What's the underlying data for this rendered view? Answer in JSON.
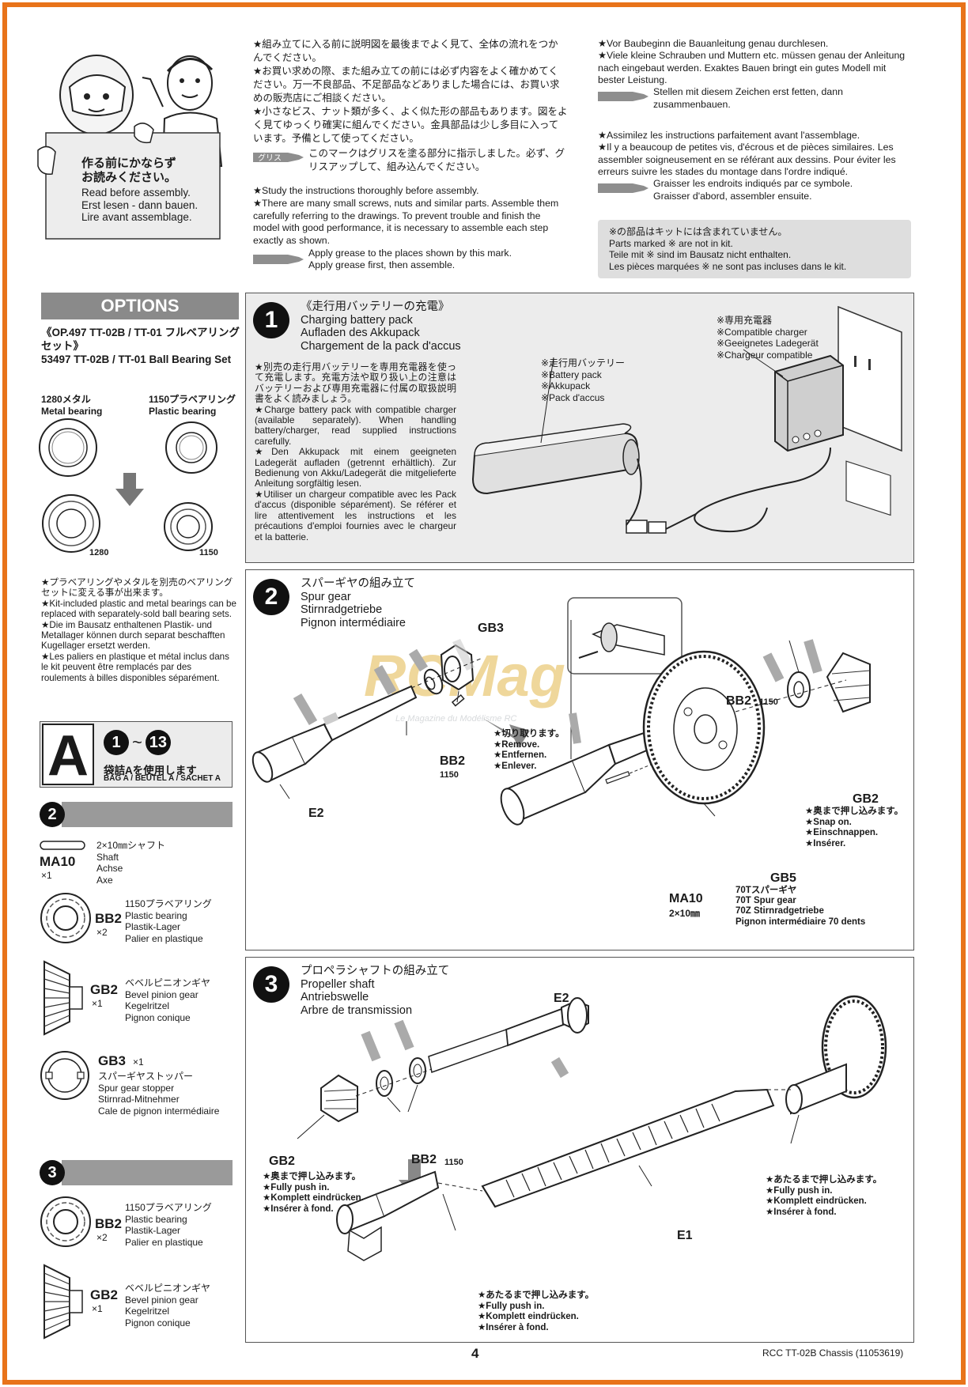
{
  "intro": {
    "sign_text_ja": "作る前にかならず\nお読みください。",
    "sign_text_en": "Read before assembly.",
    "sign_text_de": "Erst lesen - dann bauen.",
    "sign_text_fr": "Lire avant assemblage."
  },
  "instructions_ja": "★組み立てに入る前に説明図を最後までよく見て、全体の流れをつかんでください。\n★お買い求めの際、また組み立ての前には必ず内容をよく確かめてください。万一不良部品、不足部品などありました場合には、お買い求めの販売店にご相談ください。\n★小さなビス、ナット類が多く、よく似た形の部品もあります。図をよく見てゆっくり確実に組んでください。金具部品は少し多目に入っています。予備として使ってください。",
  "grease_label_ja": "グリス",
  "grease_text_ja": "このマークはグリスを塗る部分に指示しました。必ず、グリスアップして、組み込んでください。",
  "instructions_en": "★Study the instructions thoroughly before assembly.\n★There are many small screws, nuts and similar parts. Assemble them carefully referring to the drawings. To prevent trouble and finish the model with good performance, it is necessary to assemble each step exactly as shown.",
  "grease_text_en": "Apply grease to the places shown by this mark.\nApply grease first, then assemble.",
  "instructions_de": "★Vor Baubeginn die Bauanleitung genau durchlesen.\n★Viele kleine Schrauben und Muttern etc. müssen genau der Anleitung nach eingebaut werden. Exaktes Bauen bringt ein gutes Modell mit bester Leistung.",
  "grease_text_de": "Stellen mit diesem Zeichen erst fetten, dann zusammenbauen.",
  "instructions_fr": "★Assimilez les instructions parfaitement avant  l'assemblage.\n★Il y a beaucoup de petites vis, d'écrous et de pièces similaires. Les assembler soigneusement en se référant aux dessins. Pour éviter les erreurs suivre les stades du montage dans l'ordre indiqué.",
  "grease_text_fr": "Graisser les endroits indiqués par ce symbole.\nGraisser d'abord, assembler ensuite.",
  "not_in_kit_note": "※の部品はキットには含まれていません。\nParts marked ※ are not in kit.\nTeile mit ※ sind im Bausatz nicht enthalten.\nLes pièces marquées ※ ne sont pas incluses dans le kit.",
  "options": {
    "header": "OPTIONS",
    "title_ja": "《OP.497  TT-02B / TT-01 フルベアリングセット》",
    "title_en": "53497   TT-02B / TT-01 Ball Bearing Set",
    "metal_label": "1280メタル\nMetal bearing",
    "plastic_label": "1150プラベアリング\nPlastic bearing",
    "metal_code": "1280",
    "plastic_code": "1150",
    "description": "★プラベアリングやメタルを別売のベアリングセットに変える事が出来ます。\n★Kit-included plastic and metal bearings can be replaced with separately-sold ball bearing sets.\n★Die im Bausatz enthaltenen Plastik- und Metallager können durch separat beschafften Kugellager ersetzt werden.\n★Les paliers en plastique et métal inclus dans le kit peuvent être remplacés par des roulements à billes disponibles séparément."
  },
  "bag": {
    "letter": "A",
    "range_start": "1",
    "range_sep": "~",
    "range_end": "13",
    "text_ja": "袋詰Aを使用します",
    "text_multi": "BAG A / BEUTEL A / SACHET A"
  },
  "parts_step2": {
    "step": "2",
    "items": [
      {
        "code": "MA10",
        "qty": "×1",
        "desc": "2×10㎜シャフト\nShaft\nAchse\nAxe"
      },
      {
        "code": "BB2",
        "qty": "×2",
        "desc": "1150プラベアリング\nPlastic bearing\nPlastik-Lager\nPalier en plastique"
      },
      {
        "code": "GB2",
        "qty": "×1",
        "desc": "ベベルピニオンギヤ\nBevel pinion gear\nKegelritzel\nPignon conique"
      },
      {
        "code": "GB3",
        "qty": "×1",
        "desc": "スパーギヤストッパー\nSpur gear stopper\nStirnrad-Mitnehmer\nCale de pignon intermédiaire"
      }
    ]
  },
  "parts_step3": {
    "step": "3",
    "items": [
      {
        "code": "BB2",
        "qty": "×2",
        "desc": "1150プラベアリング\nPlastic bearing\nPlastik-Lager\nPalier en plastique"
      },
      {
        "code": "GB2",
        "qty": "×1",
        "desc": "ベベルピニオンギヤ\nBevel pinion gear\nKegelritzel\nPignon conique"
      }
    ]
  },
  "step1": {
    "number": "1",
    "title": "《走行用バッテリーの充電》\nCharging battery pack\nAufladen des Akkupack\nChargement de la pack d'accus",
    "body": "★別売の走行用バッテリーを専用充電器を使って充電します。充電方法や取り扱い上の注意はバッテリーおよび専用充電器に付属の取扱説明書をよく読みましょう。\n★Charge battery pack with compatible charger (available separately). When handling battery/charger, read supplied instructions carefully.\n★Den Akkupack mit einem geeigneten Ladegerät aufladen (getrennt erhältlich). Zur Bedienung von Akku/Ladegerät die mitgelieferte Anleitung sorgfältig lesen.\n★Utiliser un chargeur compatible avec les Pack d'accus (disponible séparément). Se référer et lire attentivement les instructions et les précautions d'emploi fournies avec le chargeur et la batterie.",
    "battery_label": "※走行用バッテリー\n※Battery pack\n※Akkupack\n※Pack d'accus",
    "charger_label": "※専用充電器\n※Compatible charger\n※Geeignetes Ladegerät\n※Chargeur compatible"
  },
  "step2": {
    "number": "2",
    "title": "スパーギヤの組み立て\nSpur gear\nStirnradgetriebe\nPignon intermédiaire",
    "watermark": "RCMag",
    "watermark_sub": "Le Magazine du Modélisme RC",
    "labels": {
      "gb3": "GB3",
      "bb2_left": "BB2",
      "bb2_left_sub": "1150",
      "e2": "E2",
      "remove": "★切り取ります。\n★Remove.\n★Entfernen.\n★Enlever.",
      "bb2_right": "BB2",
      "bb2_right_sub": "1150",
      "gb2": "GB2",
      "snap": "★奥まで押し込みます。\n★Snap on.\n★Einschnappen.\n★Insérer.",
      "gb5": "GB5",
      "gb5_desc": "70Tスパーギヤ\n70T Spur gear\n70Z Stirnradgetriebe\nPignon intermédiaire 70 dents",
      "ma10": "MA10",
      "ma10_sub": "2×10㎜"
    }
  },
  "step3": {
    "number": "3",
    "title": "プロペラシャフトの組み立て\nPropeller shaft\nAntriebswelle\nArbre de transmission",
    "labels": {
      "e2": "E2",
      "gb2": "GB2",
      "bb2": "BB2",
      "bb2_sub": "1150",
      "push_left": "★奥まで押し込みます。\n★Fully push in.\n★Komplett eindrücken.\n★Insérer à fond.",
      "push_right": "★あたるまで押し込みます。\n★Fully push in.\n★Komplett eindrücken.\n★Insérer à fond.",
      "push_bottom": "★あたるまで押し込みます。\n★Fully push in.\n★Komplett eindrücken.\n★Insérer à fond.",
      "e1": "E1"
    }
  },
  "footer": {
    "page_number": "4",
    "doc_title": "RCC TT-02B Chassis (11053619)"
  },
  "colors": {
    "frame": "#e8731a",
    "grey_panel": "#ececec",
    "header_grey": "#8a8a8a",
    "watermark": "#e3b84a"
  }
}
